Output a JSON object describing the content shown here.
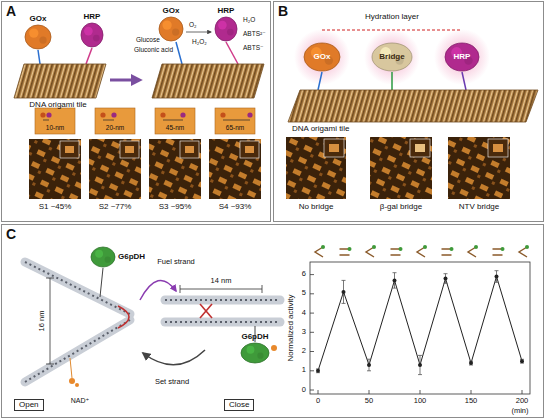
{
  "diagram": {
    "nodes": [
      {
        "text": [
          "A"
        ]
      },
      {
        "text": [
          "GOx"
        ],
        "in": 0
      },
      {
        "text": [
          "HRP"
        ],
        "in": 0
      },
      {
        "text": [
          "GOx"
        ],
        "in": 0
      },
      {
        "text": [
          "HRP"
        ],
        "in": 0
      },
      {
        "text": [
          "B"
        ]
      },
      {
        "text": [
          "GOx"
        ],
        "in": 5
      },
      {
        "text": [
          "Bridge"
        ],
        "in": 5
      },
      {
        "text": [
          "HRP"
        ],
        "in": 5
      },
      {
        "text": [
          "C"
        ]
      },
      {
        "text": [
          "G6pDH"
        ],
        "in": 9
      },
      {
        "text": [
          "Open"
        ],
        "in": 9
      },
      {
        "text": [
          "G6pDH"
        ],
        "in": 9
      },
      {
        "text": [
          "Close"
        ],
        "in": 9
      }
    ],
    "labels": [
      "DNA origami tile",
      "Glucose",
      "O₂",
      "Gluconic acid",
      "H₂O₂",
      "H₂O",
      "ABTS²⁻",
      "ABTS⁻",
      "10-nm",
      "20-nm",
      "45-nm",
      "65-nm",
      "S1 ~45%",
      "S2 ~77%",
      "S3 ~95%",
      "S4 ~93%",
      "Hydration layer",
      "DNA origami tile",
      "No bridge",
      "β-gal bridge",
      "NTV bridge",
      "Fuel strand",
      "14 nm",
      "16 nm",
      "NAD⁺",
      "Set strand",
      "Normalized activity",
      "6",
      "5",
      "4",
      "3",
      "2",
      "1",
      "0",
      "0",
      "50",
      "100",
      "150",
      "200",
      "(min)"
    ]
  }
}
